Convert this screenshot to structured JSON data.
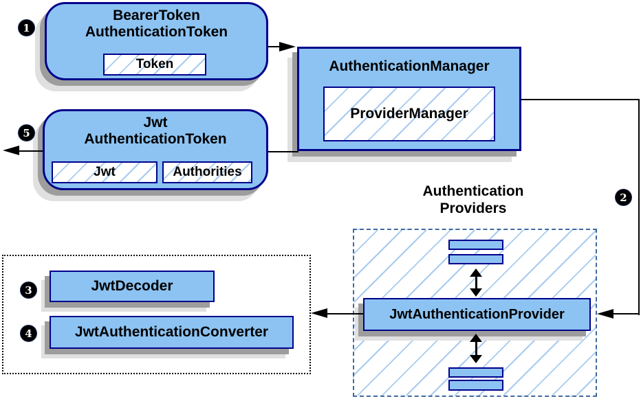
{
  "colors": {
    "box_fill": "#8cc3f2",
    "box_border": "#00008b",
    "hatch": "#a6cbf0",
    "dashed_border": "#3f699e",
    "shadow_dark": "#9d9d9d",
    "shadow_light": "#e0e0e0",
    "line_color": "#000000"
  },
  "badges": {
    "step1": "1",
    "step2": "2",
    "step3": "3",
    "step4": "4",
    "step5": "5"
  },
  "bearer_token_box": {
    "title_line1": "BearerToken",
    "title_line2": "AuthenticationToken",
    "inner_label": "Token"
  },
  "authentication_manager_box": {
    "title": "AuthenticationManager",
    "inner_label": "ProviderManager"
  },
  "jwt_token_box": {
    "title_line1": "Jwt",
    "title_line2": "AuthenticationToken",
    "inner_label_jwt": "Jwt",
    "inner_label_authorities": "Authorities"
  },
  "providers_group": {
    "label_line1": "Authentication",
    "label_line2": "Providers",
    "provider_label": "JwtAuthenticationProvider"
  },
  "decoder_group": {
    "decoder_label": "JwtDecoder",
    "converter_label": "JwtAuthenticationConverter"
  }
}
